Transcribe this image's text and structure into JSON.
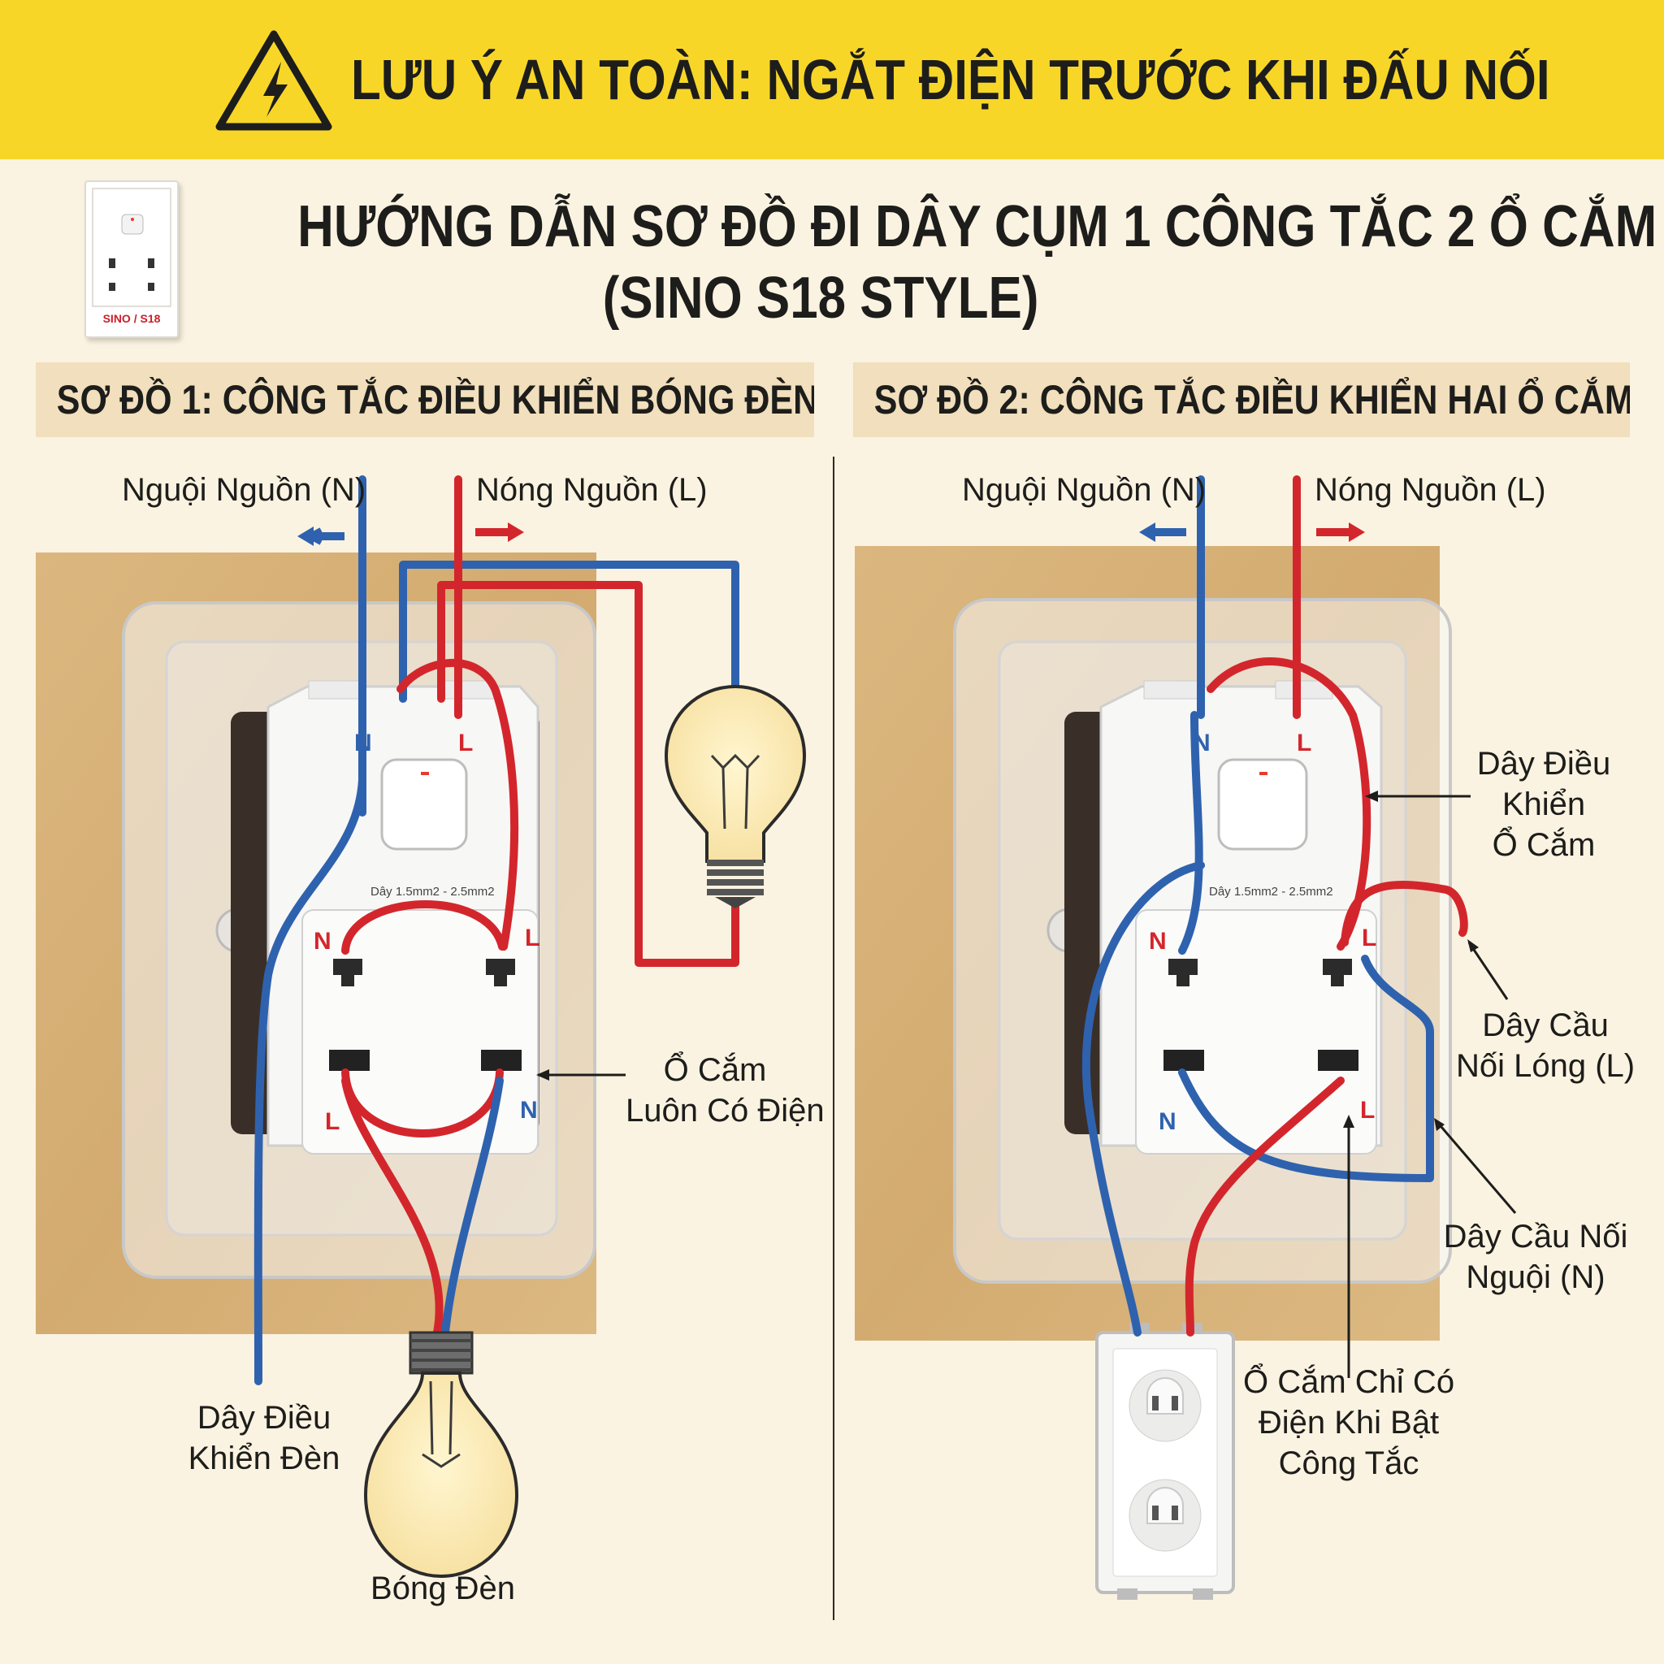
{
  "banner": {
    "warning_text": "LƯU Ý AN TOÀN: NGẮT ĐIỆN TRƯỚC KHI ĐẤU NỐI",
    "icon": "high-voltage-warning-icon"
  },
  "title": {
    "line1": "HƯỚNG DẪN SƠ ĐỒ ĐI DÂY CỤM 1 CÔNG TẮC  2 Ổ CẮM",
    "line2": "(SINO S18 STYLE)",
    "thumbnail_label": "SINO / S18"
  },
  "diagram1": {
    "heading": "SƠ ĐỒ 1: CÔNG TẮC ĐIỀU KHIỂN BÓNG ĐÈN",
    "neutral_source": "Nguội Nguồn (N)",
    "live_source": "Nóng Nguồn (L)",
    "always_on_socket_l1": "Ổ Cắm",
    "always_on_socket_l2": "Luôn Có Điện",
    "lamp_control_l1": "Dây Điều",
    "lamp_control_l2": "Khiển Đèn",
    "bulb": "Bóng Đèn",
    "plate_text": "Dây 1.5mm2 - 2.5mm2",
    "terminal_n": "N",
    "terminal_l": "L"
  },
  "diagram2": {
    "heading": "SƠ ĐỒ 2: CÔNG TẮC ĐIỀU KHIỂN HAI Ổ CẮM",
    "neutral_source": "Nguội Nguồn (N)",
    "live_source": "Nóng Nguồn (L)",
    "socket_control_l1": "Dây Điều",
    "socket_control_l2": "Khiển",
    "socket_control_l3": "Ổ Cắm",
    "live_bridge_l1": "Dây Cầu",
    "live_bridge_l2": "Nối Lóng (L)",
    "neutral_bridge_l1": "Dây Cầu Nối",
    "neutral_bridge_l2": "Nguội (N)",
    "switched_socket_l1": "Ổ Cắm Chỉ Có",
    "switched_socket_l2": "Điện Khi Bật",
    "switched_socket_l3": "Công Tắc",
    "plate_text": "Dây 1.5mm2 - 2.5mm2",
    "terminal_n": "N",
    "terminal_l": "L"
  },
  "colors": {
    "banner": "#f8d628",
    "background": "#fbf3e1",
    "live_wire": "#d3262c",
    "neutral_wire": "#2f62ae",
    "wood": "#d9b47c"
  }
}
